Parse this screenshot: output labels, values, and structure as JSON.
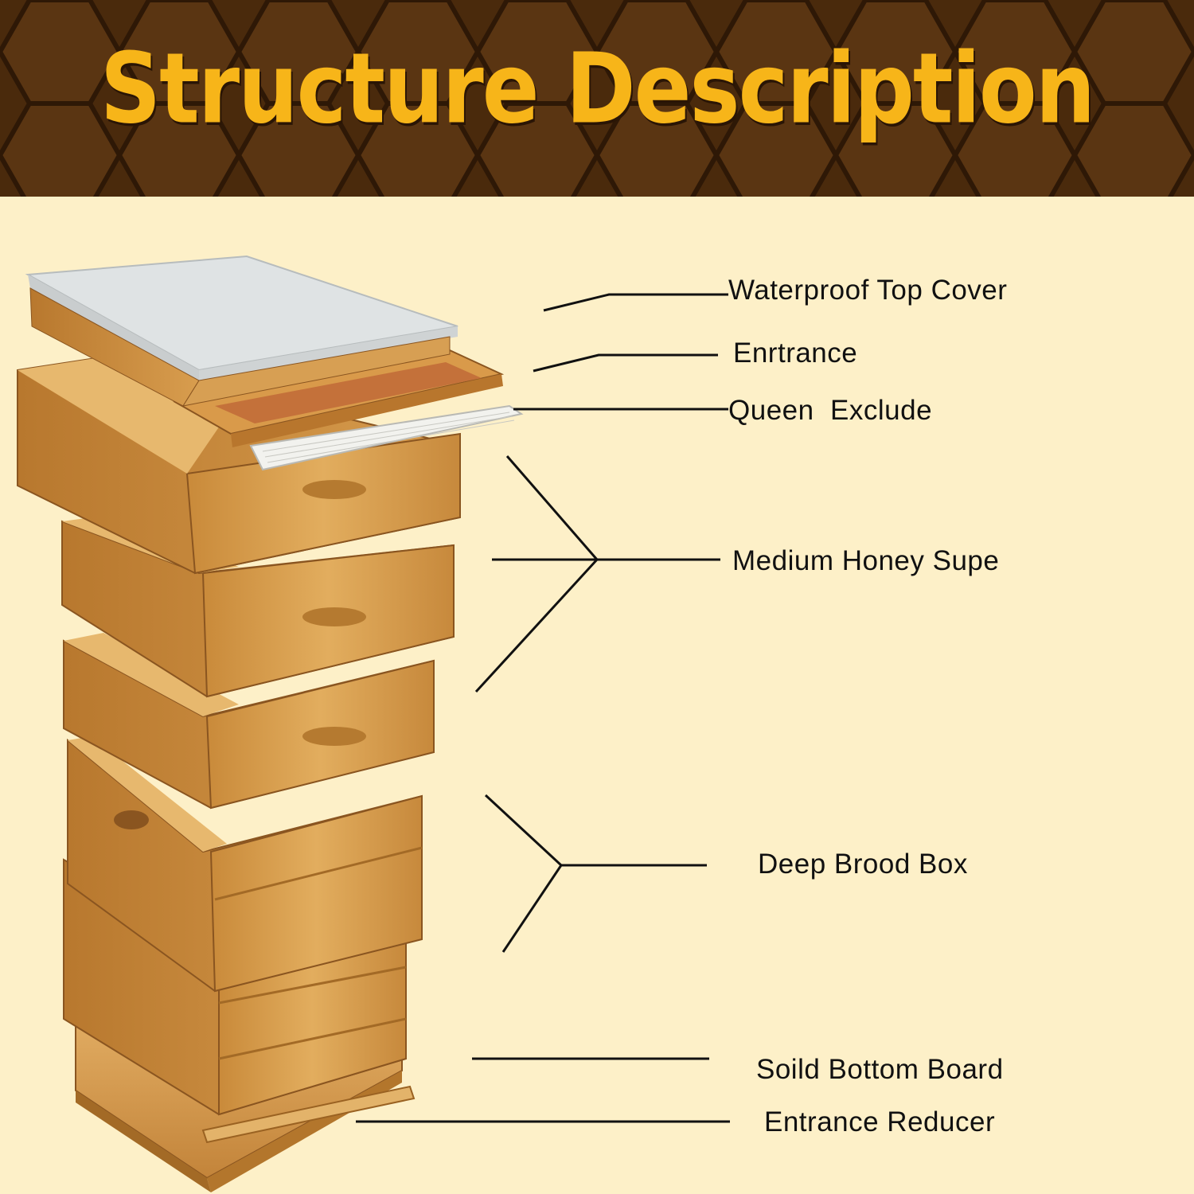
{
  "title": "Structure Description",
  "colors": {
    "header_bg": "#4a2a0c",
    "title": "#f7b519",
    "content_bg": "#fdf0c8",
    "wood": "#d9a24e",
    "wood_dark": "#a96c25",
    "cover": "#dfe3e4"
  },
  "labels": {
    "top_cover": "Waterproof Top Cover",
    "entrance": "Enrtrance",
    "queen_excluder": "Queen  Exclude",
    "honey_super": "Medium Honey Supe",
    "brood_box": "Deep Brood Box",
    "bottom_board": "Soild Bottom Board",
    "entrance_reducer": "Entrance Reducer"
  }
}
